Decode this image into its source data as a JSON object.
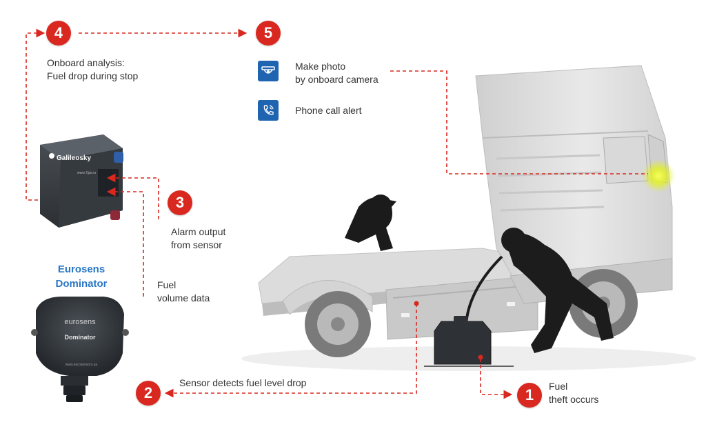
{
  "steps": {
    "s1": {
      "number": "1",
      "label": "Fuel\ntheft occurs"
    },
    "s2": {
      "number": "2",
      "label": "Sensor detects fuel level drop"
    },
    "s3": {
      "number": "3",
      "label": "Alarm output\nfrom sensor",
      "label_b": "Fuel\nvolume data"
    },
    "s4": {
      "number": "4",
      "label": "Onboard analysis:\nFuel drop during stop"
    },
    "s5": {
      "number": "5",
      "action_photo": "Make photo\nby onboard camera",
      "action_call": "Phone call alert"
    }
  },
  "devices": {
    "tracker_brand": "Galileosky",
    "tracker_url": "www.7gis.ru",
    "sensor_title": "Eurosens\nDominator",
    "sensor_logo": "eurosens",
    "sensor_model": "Dominator",
    "sensor_url": "www.eurosensors.ua"
  },
  "icons": {
    "camera": "camera-icon",
    "phone": "phone-call-icon"
  },
  "colors": {
    "accent": "#d9281f",
    "icon_bg": "#1f64b0",
    "brand_text": "#2a77c6",
    "dashed_line": "#d9281f"
  }
}
